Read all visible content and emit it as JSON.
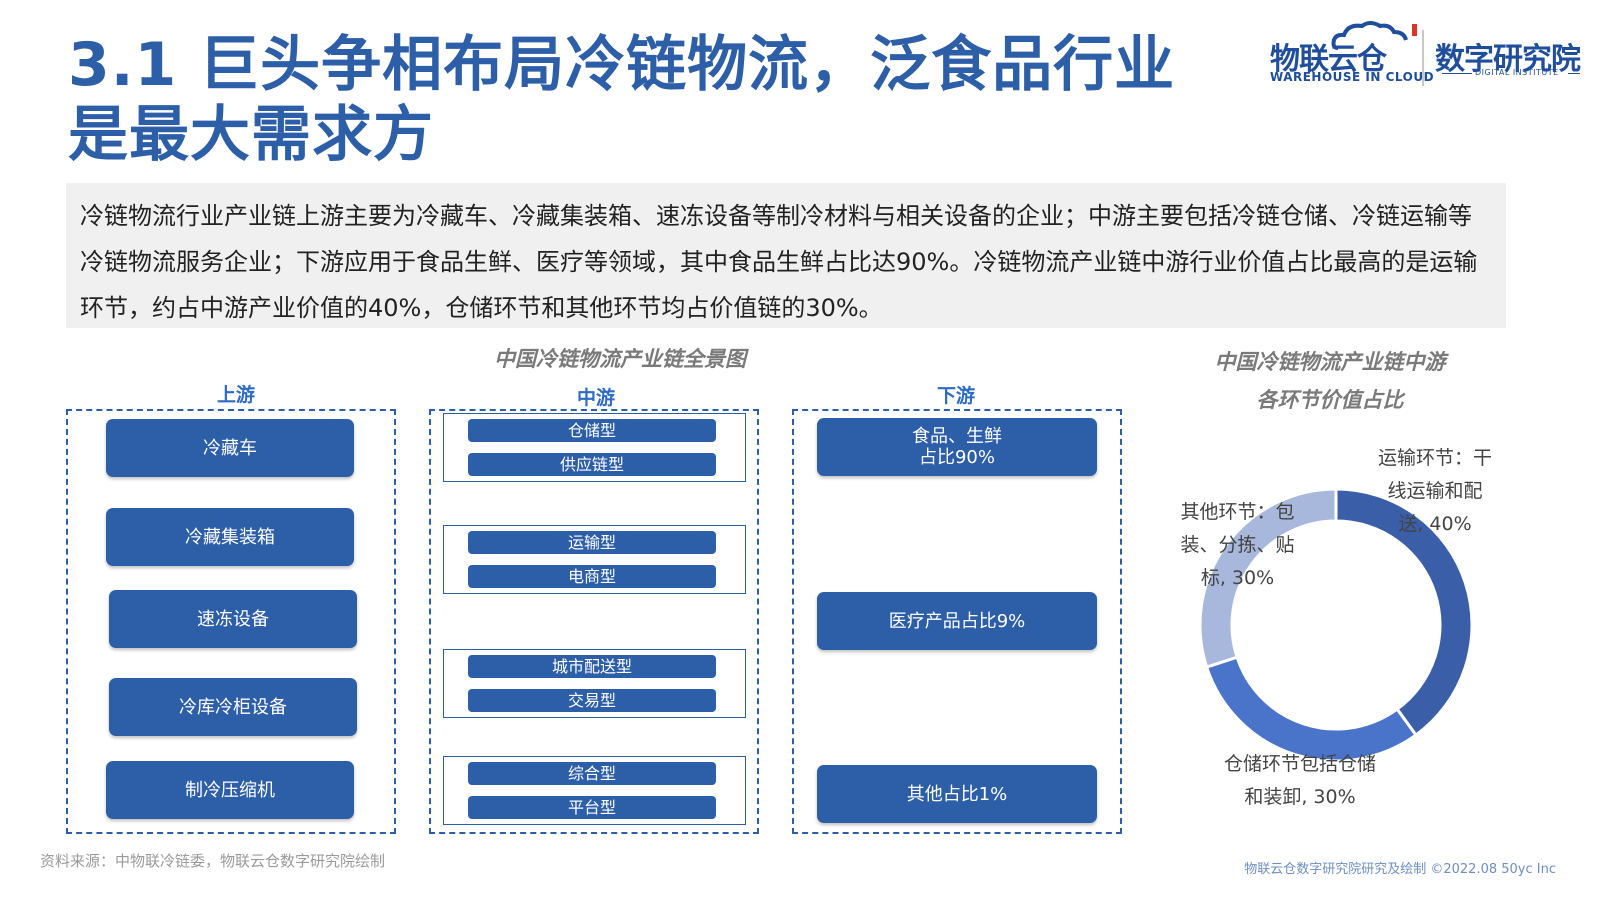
{
  "title": "3.1 巨头争相布局冷链物流，泛食品行业是最大需求方",
  "logo": {
    "left_main": "物联云仓",
    "left_sub": "WAREHOUSE IN CLOUD",
    "right_main": "数字研究院",
    "right_sub": "DIGITAL INSTITUTE"
  },
  "summary": "冷链物流行业产业链上游主要为冷藏车、冷藏集装箱、速冻设备等制冷材料与相关设备的企业；中游主要包括冷链仓储、冷链运输等冷链物流服务企业；下游应用于食品生鲜、医疗等领域，其中食品生鲜占比达90%。冷链物流产业链中游行业价值占比最高的是运输环节，约占中游产业价值的40%，仓储环节和其他环节均占价值链的30%。",
  "diagram": {
    "title": "中国冷链物流产业链全景图",
    "upstream": {
      "label": "上游",
      "items": [
        "冷藏车",
        "冷藏集装箱",
        "速冻设备",
        "冷库冷柜设备",
        "制冷压缩机"
      ]
    },
    "midstream": {
      "label": "中游",
      "groups": [
        [
          "仓储型",
          "供应链型"
        ],
        [
          "运输型",
          "电商型"
        ],
        [
          "城市配送型",
          "交易型"
        ],
        [
          "综合型",
          "平台型"
        ]
      ]
    },
    "downstream": {
      "label": "下游",
      "items": [
        "食品、生鲜\n占比90%",
        "医疗产品占比9%",
        "其他占比1%"
      ]
    }
  },
  "chart_data": {
    "type": "pie",
    "donut": true,
    "title": "中国冷链物流产业链中游各环节价值占比",
    "title_lines": [
      "中国冷链物流产业链中游",
      "各环节价值占比"
    ],
    "slices": [
      {
        "label": "运输环节：干线运输和配送, 40%",
        "label_lines": [
          "运输环节：干",
          "线运输和配",
          "送, 40%"
        ],
        "value": 40,
        "color": "#3a5fa8"
      },
      {
        "label": "仓储环节包括仓储和装卸, 30%",
        "label_lines": [
          "仓储环节包括仓储",
          "和装卸, 30%"
        ],
        "value": 30,
        "color": "#4a74c9"
      },
      {
        "label": "其他环节：包装、分拣、贴标, 30%",
        "label_lines": [
          "其他环节：包",
          "装、分拣、贴",
          "标, 30%"
        ],
        "value": 30,
        "color": "#a8b8dd"
      }
    ]
  },
  "source": "资料来源：中物联冷链委，物联云仓数字研究院绘制",
  "footer": "物联云仓数字研究院研究及绘制    ©2022.08 50yc Inc"
}
